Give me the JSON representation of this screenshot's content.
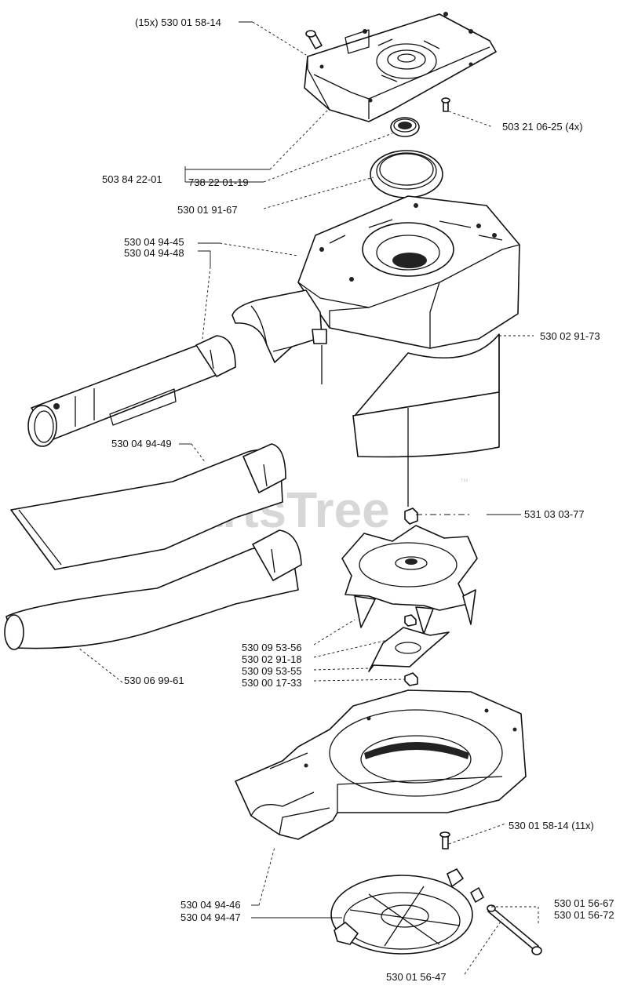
{
  "watermark": {
    "text": "PartsTree",
    "trademark": "™"
  },
  "labels": {
    "screw_15x": "(15x) 530 01 58-14",
    "screw_4x": "503 21 06-25 (4x)",
    "bearing_kit": "503 84 22-01",
    "bearing": "738 22 01-19",
    "seal_ring": "530 01 91-67",
    "housing_a": "530 04 94-45",
    "housing_b": "530 04 94-48",
    "guard_band": "530 02 91-73",
    "nozzle_flat": "530 04 94-49",
    "nut_top": "531 03 03-77",
    "nozzle_round": "530 06 99-61",
    "impeller_a": "530 09 53-56",
    "blade": "530 02 91-18",
    "impeller_b": "530 09 53-55",
    "nut_bottom": "530 00 17-33",
    "screw_11x": "530 01 58-14 (11x)",
    "lower_a": "530 04 94-46",
    "lower_b": "530 04 94-47",
    "shaft_a": "530 01 56-67",
    "shaft_b": "530 01 56-72",
    "inlet_cover": "530 01 56-47"
  }
}
